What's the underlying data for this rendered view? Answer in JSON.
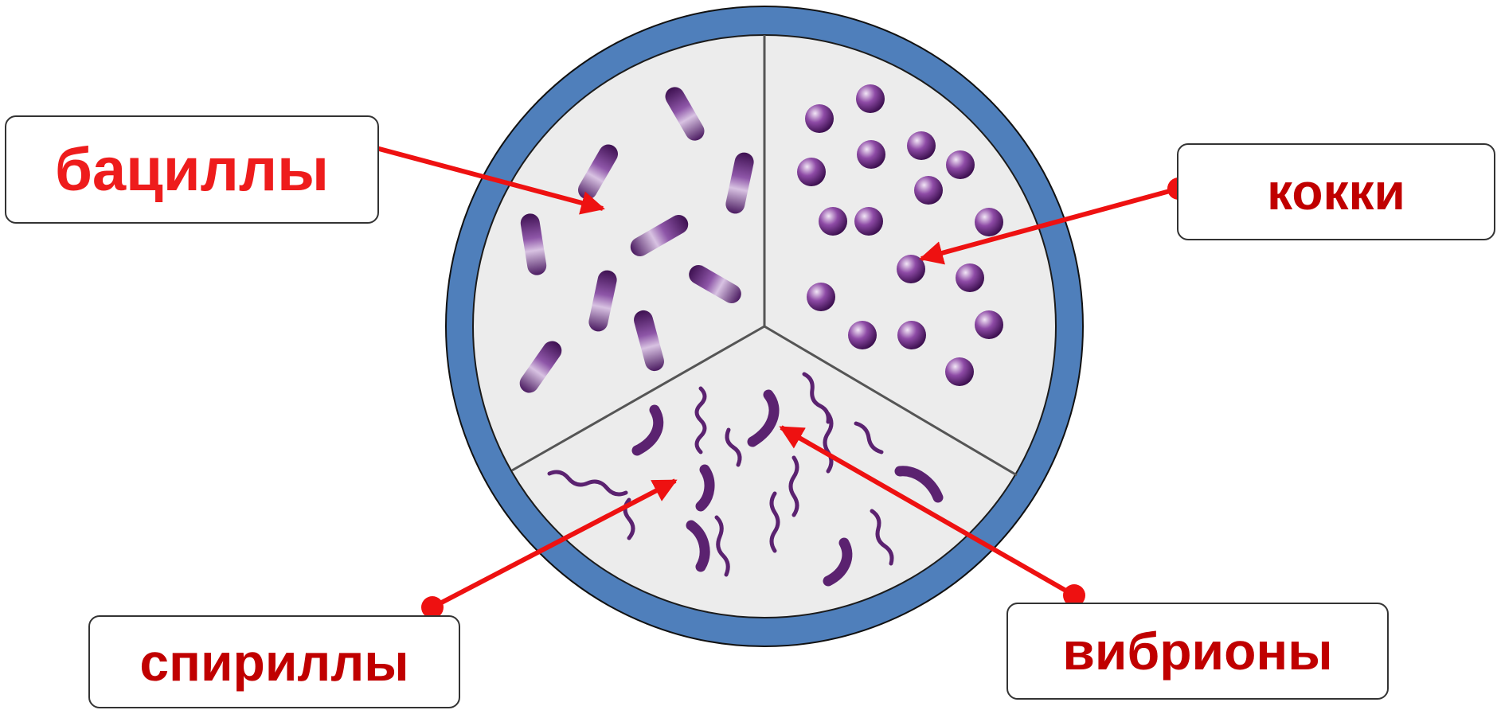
{
  "labels": {
    "bacilli": "бациллы",
    "cocci": "кокки",
    "spirilla": "спириллы",
    "vibrio": "вибрионы"
  },
  "colors": {
    "label_bacilli": "#ee1c1c",
    "label_other": "#c00000",
    "arrow": "#ee1111",
    "rim": "#4f7fbb",
    "rim_outline": "#111111",
    "dish_fill": "#ececec",
    "divider": "#555555",
    "microbe": "#5b2270",
    "microbe_light": "#b58fc4"
  },
  "icons": [
    "petri-dish",
    "bacillus-rod",
    "coccus-sphere",
    "spirillum-spiral",
    "vibrio-comma"
  ]
}
